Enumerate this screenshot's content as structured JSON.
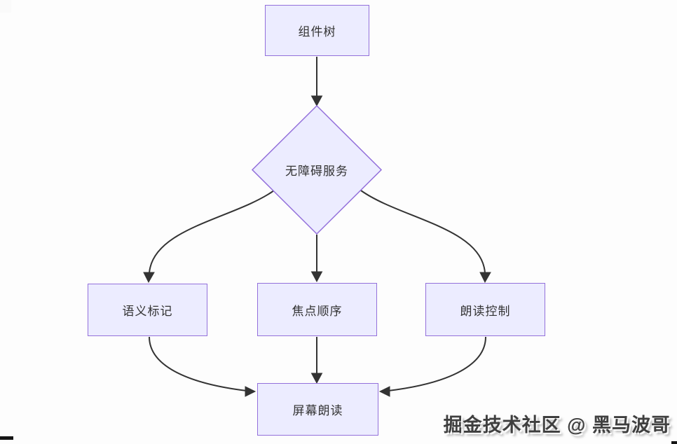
{
  "diagram": {
    "title": "accessibility-service-flowchart",
    "nodes": {
      "root": {
        "label": "组件树"
      },
      "decision": {
        "label": "无障碍服务"
      },
      "left": {
        "label": "语义标记"
      },
      "middle": {
        "label": "焦点顺序"
      },
      "right": {
        "label": "朗读控制"
      },
      "bottom": {
        "label": "屏幕朗读"
      }
    },
    "edges": [
      {
        "from": "root",
        "to": "decision"
      },
      {
        "from": "decision",
        "to": "left"
      },
      {
        "from": "decision",
        "to": "middle"
      },
      {
        "from": "decision",
        "to": "right"
      },
      {
        "from": "left",
        "to": "bottom"
      },
      {
        "from": "middle",
        "to": "bottom"
      },
      {
        "from": "right",
        "to": "bottom"
      }
    ],
    "colors": {
      "node_fill": "#ECECFF",
      "node_border": "#9370DB",
      "edge": "#333333",
      "text": "#333333",
      "background": "#fdfdfd"
    }
  },
  "watermark": {
    "text": "掘金技术社区 @ 黑马波哥"
  }
}
